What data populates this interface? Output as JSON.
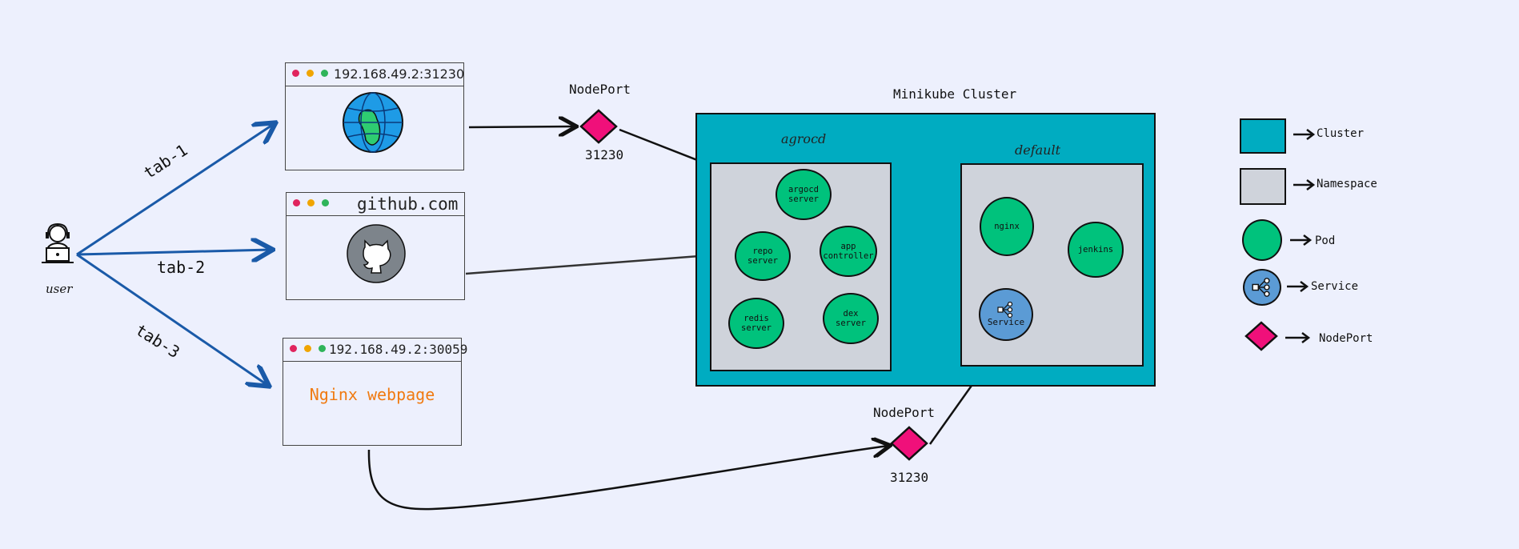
{
  "user": {
    "label": "user"
  },
  "tabs": {
    "tab1": "tab-1",
    "tab2": "tab-2",
    "tab3": "tab-3"
  },
  "browser_windows": [
    {
      "url": "192.168.49.2:31230",
      "content": "globe-icon"
    },
    {
      "url": "github.com",
      "content": "github-icon"
    },
    {
      "url": "192.168.49.2:30059",
      "content": "Nginx webpage"
    }
  ],
  "nodeports": [
    {
      "title": "NodePort",
      "port": "31230"
    },
    {
      "title": "NodePort",
      "port": "31230"
    }
  ],
  "cluster": {
    "title": "Minikube Cluster",
    "namespaces": {
      "argocd": {
        "name": "agrocd",
        "pods": [
          "argocd server",
          "repo server",
          "app controller",
          "redis server",
          "dex server"
        ]
      },
      "default": {
        "name": "default",
        "pods": [
          "nginx",
          "jenkins"
        ],
        "service": "Service"
      }
    }
  },
  "legend": [
    {
      "shape": "cluster",
      "label": "Cluster"
    },
    {
      "shape": "namespace",
      "label": "Namespace"
    },
    {
      "shape": "pod",
      "label": "Pod"
    },
    {
      "shape": "service",
      "label": "Service"
    },
    {
      "shape": "nodeport",
      "label": "NodePort"
    }
  ],
  "colors": {
    "background": "#edf0fd",
    "cluster": "#00acc1",
    "namespace": "#cfd3db",
    "pod": "#00c27c",
    "service": "#5b9bd5",
    "nodeport": "#f0107a",
    "user_arrows": "#1a5aa8",
    "nginx_text": "#f07a10"
  }
}
